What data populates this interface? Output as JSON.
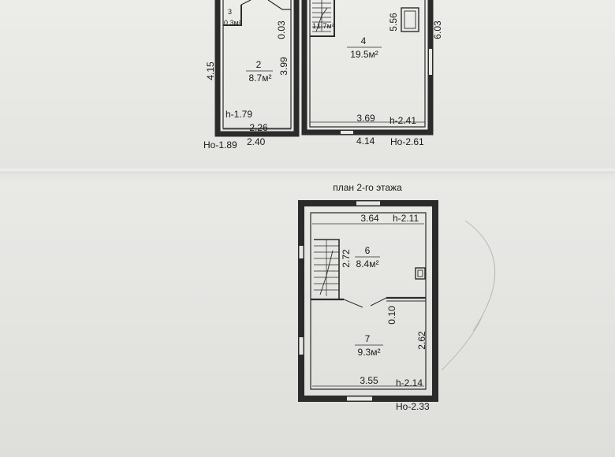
{
  "first_floor": {
    "room_3": {
      "number": "3",
      "area": "0.3м²"
    },
    "room_2": {
      "number": "2",
      "area": "8.7м²"
    },
    "room_1": {
      "number": "1",
      "area": "1.7м²"
    },
    "room_4": {
      "number": "4",
      "area": "19.5м²"
    },
    "dims": {
      "wall_left": "4.15",
      "room2_height": "3.99",
      "room2_top_offset": "0.03",
      "room2_h": "h-1.79",
      "room2_width": "2.26",
      "outer_width_left": "2.40",
      "ho_left": "Ho-1.89",
      "room4_height": "5.56",
      "room4_outer_height": "6.03",
      "room4_width": "3.69",
      "room4_h": "h-2.41",
      "outer_width_right": "4.14",
      "ho_right": "Ho-2.61"
    }
  },
  "second_floor": {
    "title": "план 2-го этажа",
    "room_6": {
      "number": "6",
      "area": "8.4м²"
    },
    "room_7": {
      "number": "7",
      "area": "9.3м²"
    },
    "dims": {
      "room6_width": "3.64",
      "room6_h": "h-2.11",
      "room6_height": "2.72",
      "partition_thickness": "0.10",
      "room7_height": "2.62",
      "room7_width": "3.55",
      "room7_h": "h-2.14",
      "ho": "Ho-2.33"
    }
  },
  "colors": {
    "wall": "#2b2b2b",
    "line": "#3a3a3a",
    "paper": "#e6e6e3"
  }
}
